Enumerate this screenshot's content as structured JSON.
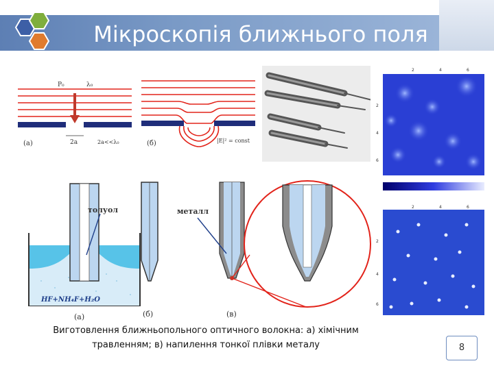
{
  "header": {
    "title": "Мікроскопія ближнього поля",
    "logo_colors": [
      "#3d5fa6",
      "#7fae3c",
      "#e07b2d"
    ]
  },
  "diagram_a": {
    "power_label": "P₀",
    "wavelength_label": "λ₀",
    "panel_label": "(а)",
    "gap_label": "2a",
    "condition_label": "2a<<λ₀"
  },
  "diagram_b": {
    "panel_label": "(б)",
    "intensity_label": "|E|² = const"
  },
  "etching": {
    "toluene_label": "толуол",
    "metal_label": "металл",
    "solution_label": "HF+NH₄F+H₂O",
    "label_a": "(а)",
    "label_b": "(б)",
    "label_v": "(в)"
  },
  "caption": {
    "line1": "Виготовлення ближньопольного оптичного волокна: а) хімічним",
    "line2": "травленням; в) напилення тонкої плівки металу"
  },
  "page_number": "8"
}
